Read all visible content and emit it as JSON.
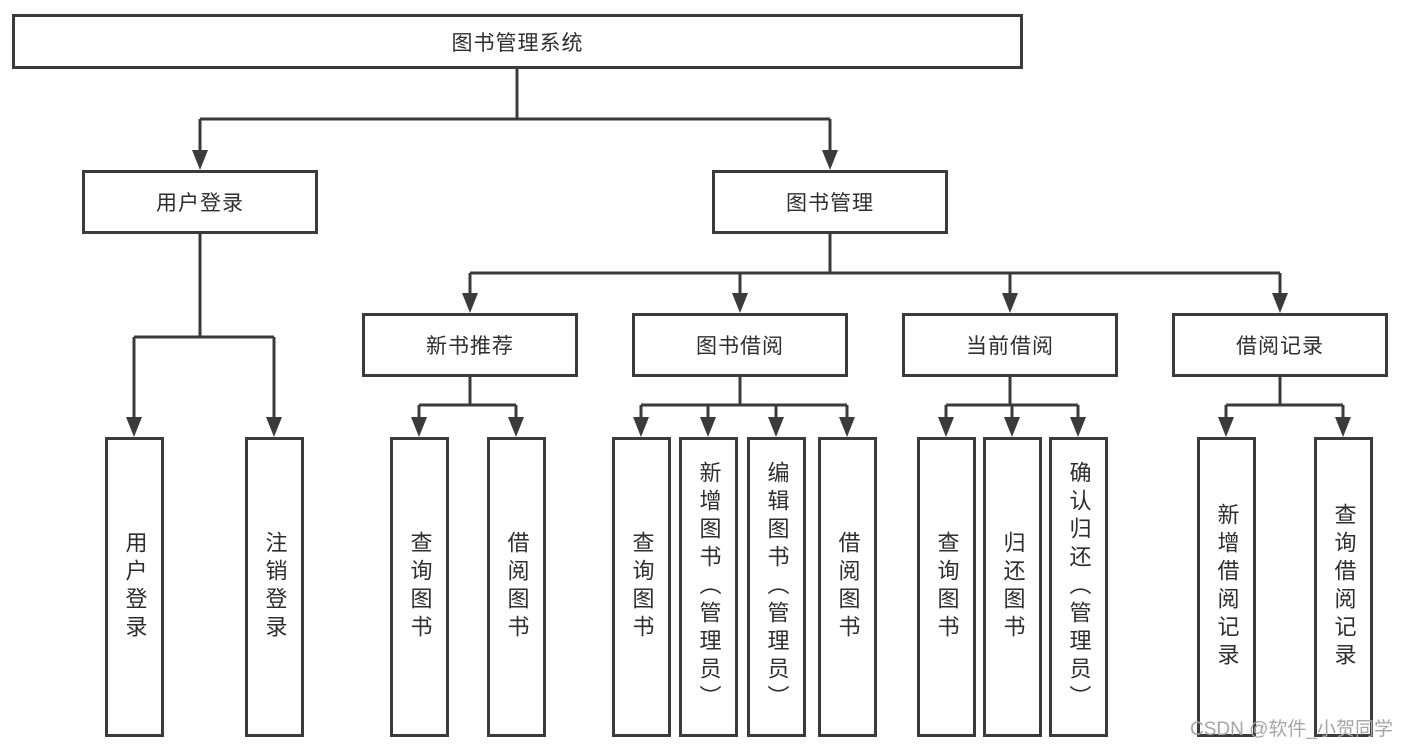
{
  "root": {
    "label": "图书管理系统"
  },
  "branches": [
    {
      "label": "用户登录",
      "children": [
        {
          "label": "用户登录"
        },
        {
          "label": "注销登录"
        }
      ]
    },
    {
      "label": "图书管理",
      "children": [
        {
          "label": "新书推荐",
          "children": [
            {
              "label": "查询图书"
            },
            {
              "label": "借阅图书"
            }
          ]
        },
        {
          "label": "图书借阅",
          "children": [
            {
              "label": "查询图书"
            },
            {
              "label": "新增图书（管理员）"
            },
            {
              "label": "编辑图书（管理员）"
            },
            {
              "label": "借阅图书"
            }
          ]
        },
        {
          "label": "当前借阅",
          "children": [
            {
              "label": "查询图书"
            },
            {
              "label": "归还图书"
            },
            {
              "label": "确认归还（管理员）"
            }
          ]
        },
        {
          "label": "借阅记录",
          "children": [
            {
              "label": "新增借阅记录"
            },
            {
              "label": "查询借阅记录"
            }
          ]
        }
      ]
    }
  ],
  "watermark": {
    "text": "CSDN @软件_小贺同学"
  },
  "colors": {
    "line": "#3b3b3b",
    "box-border": "#3b3b3b",
    "background": "#ffffff",
    "watermark": "#a6a6a6"
  }
}
